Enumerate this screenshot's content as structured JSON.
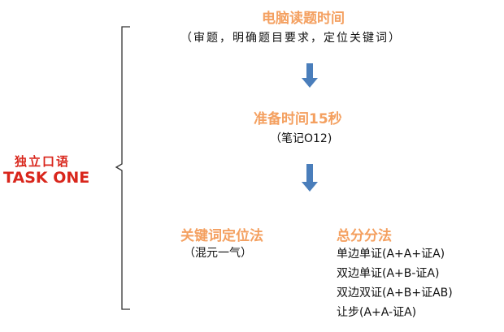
{
  "left": {
    "title_cn": "独立口语",
    "title_en": "TASK ONE"
  },
  "step1": {
    "title": "电脑读题时间",
    "note": "（审题，明确题目要求，定位关键词）"
  },
  "step2": {
    "title": "准备时间15秒",
    "note": "（笔记O12)"
  },
  "method1": {
    "title": "关键词定位法",
    "note": "（混元一气）"
  },
  "method2": {
    "title": "总分分法",
    "items": [
      "单边单证(A+A+证A)",
      "双边单证(A+B-证A)",
      "双边双证(A+B+证AB)",
      "让步(A+A-证A)"
    ]
  },
  "colors": {
    "accent": "#f4a060",
    "title": "#d9261c",
    "arrow": "#4a7ebb"
  }
}
